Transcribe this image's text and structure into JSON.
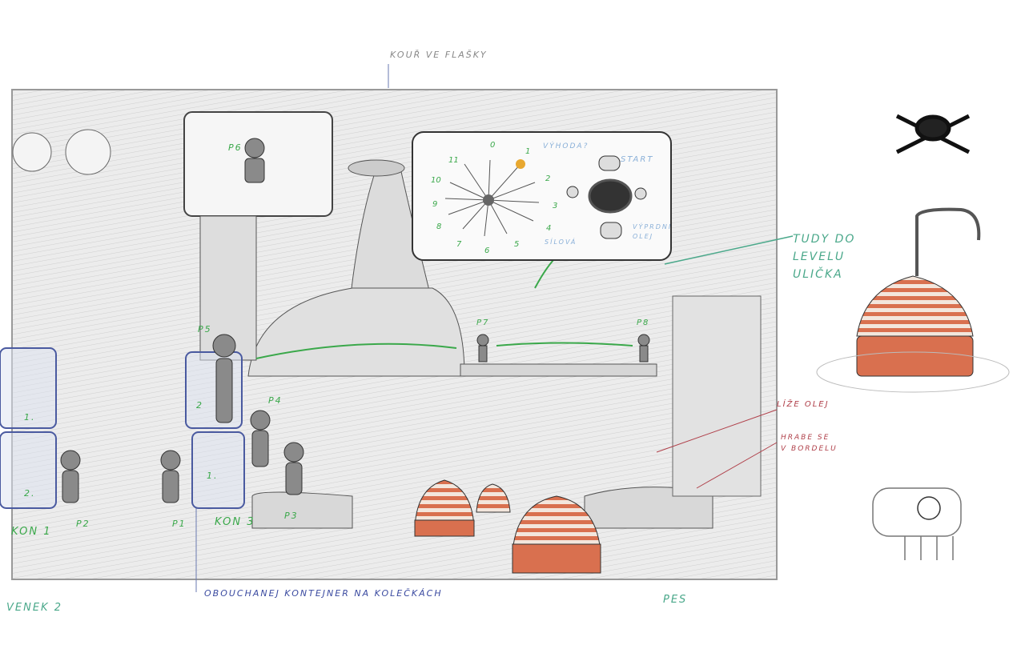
{
  "notes": {
    "smoke": "KOUŘ VE FLAŠKY",
    "to_level": [
      "TUDY DO",
      "LEVELU",
      "ULIČKA"
    ],
    "licks_oil": "LÍŽE OLEJ",
    "digs": [
      "HRABE SE",
      "V BORDELU"
    ],
    "dog": "PES",
    "container": "OBOUCHANEJ KONTEJNER NA KOLEČKÁCH",
    "exit": "VENEK 2"
  },
  "markers": {
    "kon1": "KON 1",
    "kon3": "KON 3",
    "p1": "P1",
    "p2": "P2",
    "p3": "P3",
    "p4": "P4",
    "p5": "P5",
    "p6": "P6",
    "p7": "P7",
    "p8": "P8",
    "box1": "1.",
    "box2": "2",
    "box3": "1.",
    "box4": "2."
  },
  "panel": {
    "numbers": [
      "0",
      "1",
      "2",
      "3",
      "4",
      "5",
      "6",
      "7",
      "8",
      "9",
      "10",
      "11"
    ],
    "hint": "VÝHODA?",
    "start": "START",
    "oil": [
      "VÝPRDNI",
      "OLEJ"
    ],
    "power": "SÍLOVÁ"
  },
  "colors": {
    "machine": "#d9704f",
    "note_green": "#3aa84a",
    "note_red": "#b0404a",
    "note_blue": "#3a4aa0"
  }
}
